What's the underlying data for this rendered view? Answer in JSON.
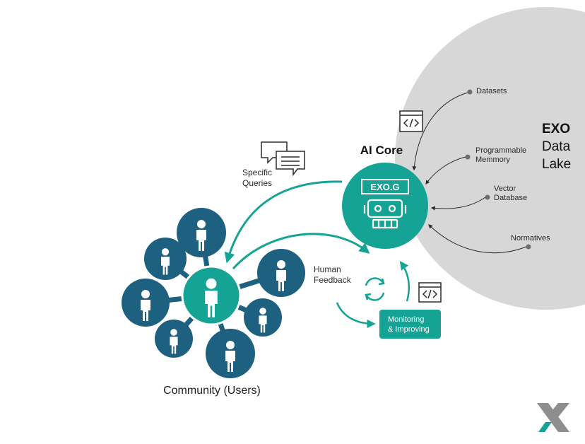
{
  "colors": {
    "teal": "#14a394",
    "navy": "#1d607f",
    "lake": "#d7d7d7",
    "arrow": "#2b2b2b",
    "logo_gray": "#8e8e8e"
  },
  "data_lake": {
    "title_bold": "EXO",
    "title_line2": "Data",
    "title_line3": "Lake",
    "sources": [
      "Datasets",
      "Programmable",
      "Memmory",
      "Vector",
      "Database",
      "Normatives"
    ]
  },
  "ai_core": {
    "title": "AI Core",
    "badge": "EXO.G",
    "icon": "robot-icon"
  },
  "queries": {
    "line1": "Specific",
    "line2": "Queries",
    "icon": "chat-bubbles-icon"
  },
  "feedback": {
    "line1": "Human",
    "line2": "Feedback",
    "icon": "refresh-cycle-icon"
  },
  "monitoring": {
    "line1": "Monitoring",
    "line2": "& Improving",
    "icon": "code-window-icon"
  },
  "community": {
    "label": "Community (Users)",
    "icon": "person-icon"
  },
  "logo": {
    "icon": "x-logo-icon"
  }
}
